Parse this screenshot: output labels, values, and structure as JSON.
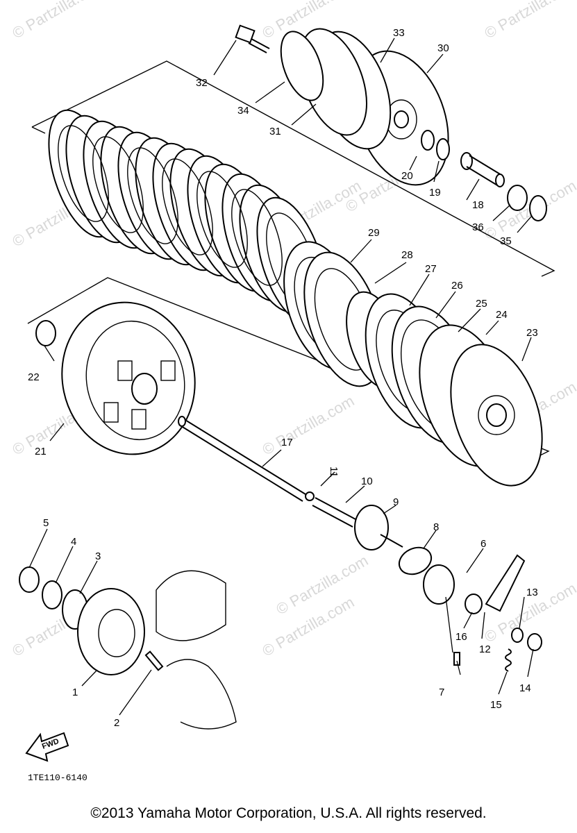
{
  "watermarks": [
    "© Partzilla.com",
    "© Partzilla.com",
    "© Partzilla.com",
    "© Partzilla.com",
    "© Partzilla.com",
    "© Partzilla.com",
    "© Partzilla.com",
    "© Partzilla.com",
    "© Partzilla.com",
    "© Partzilla.com",
    "© Partzilla.com",
    "© Partzilla.com",
    "© Partzilla.com",
    "© Partzilla.com"
  ],
  "part_labels": [
    "1",
    "2",
    "3",
    "4",
    "5",
    "6",
    "7",
    "8",
    "9",
    "10",
    "11",
    "12",
    "13",
    "14",
    "15",
    "16",
    "17",
    "18",
    "19",
    "20",
    "21",
    "22",
    "23",
    "24",
    "25",
    "26",
    "27",
    "28",
    "29",
    "30",
    "31",
    "32",
    "33",
    "34",
    "35",
    "36"
  ],
  "fwd_label": "FWD",
  "diagram_code": "1TE110-6140",
  "copyright": "©2013  Yamaha Motor Corporation, U.S.A. All rights reserved.",
  "colors": {
    "ink": "#000000",
    "watermark": "#d8d8d8",
    "background": "#ffffff"
  }
}
